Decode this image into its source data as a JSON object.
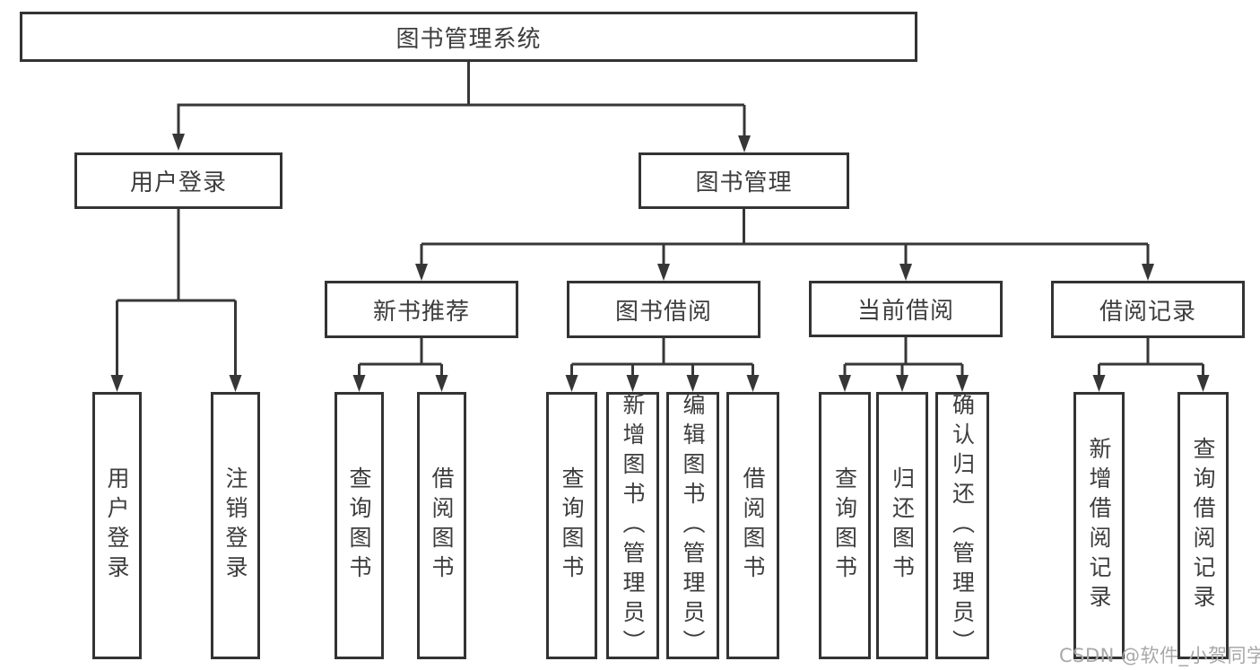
{
  "diagram": {
    "type": "hierarchy-tree",
    "title": "图书管理系统",
    "watermark": "CSDN @软件_小贺同学",
    "colors": {
      "background": "#ffffff",
      "box_border": "#333333",
      "connector_line": "#373737",
      "text": "#3d3d3d",
      "watermark_text": "#a8a8a8"
    }
  },
  "tree": {
    "root": {
      "label": "图书管理系统",
      "children": [
        {
          "label": "用户登录",
          "children": [
            {
              "label": "用户登录"
            },
            {
              "label": "注销登录"
            }
          ]
        },
        {
          "label": "图书管理",
          "children": [
            {
              "label": "新书推荐",
              "children": [
                {
                  "label": "查询图书"
                },
                {
                  "label": "借阅图书"
                }
              ]
            },
            {
              "label": "图书借阅",
              "children": [
                {
                  "label": "查询图书"
                },
                {
                  "label": "新增图书（管理员）"
                },
                {
                  "label": "编辑图书（管理员）"
                },
                {
                  "label": "借阅图书"
                }
              ]
            },
            {
              "label": "当前借阅",
              "children": [
                {
                  "label": "查询图书"
                },
                {
                  "label": "归还图书"
                },
                {
                  "label": "确认归还（管理员）"
                }
              ]
            },
            {
              "label": "借阅记录",
              "children": [
                {
                  "label": "新增借阅记录"
                },
                {
                  "label": "查询借阅记录"
                }
              ]
            }
          ]
        }
      ]
    }
  }
}
